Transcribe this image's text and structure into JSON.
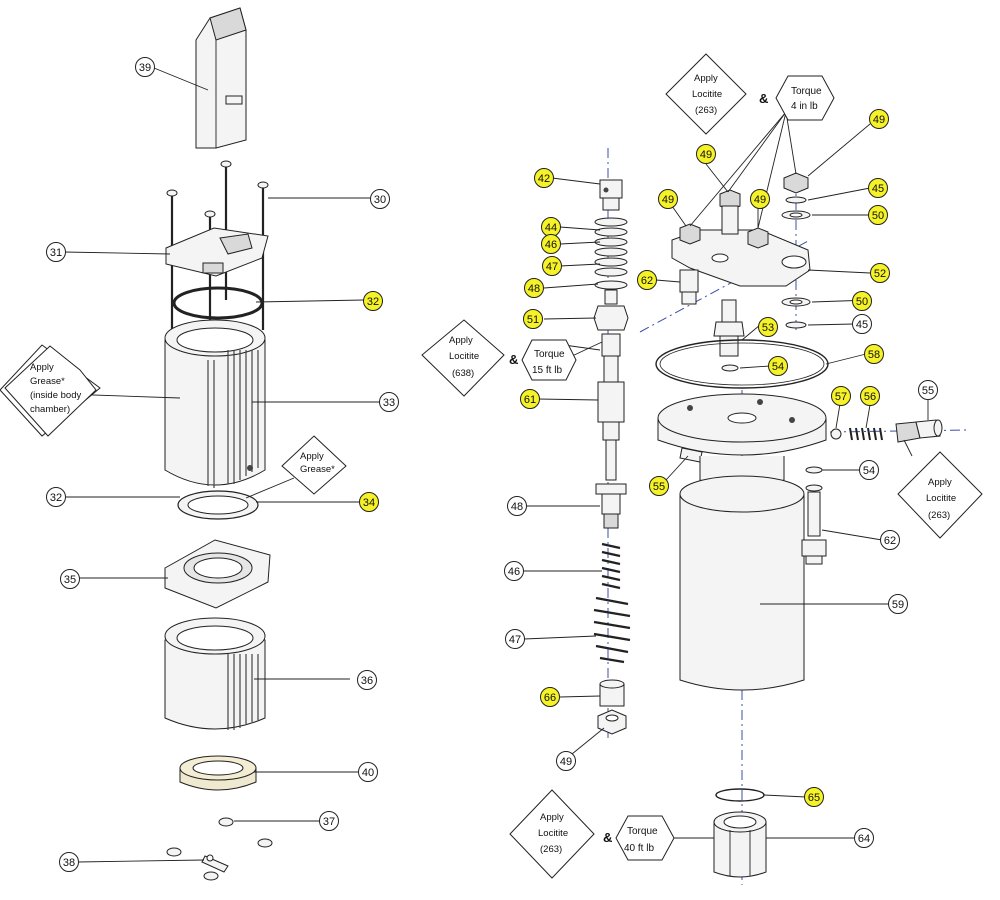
{
  "callouts": [
    {
      "id": "c39",
      "label": "39",
      "highlight": false
    },
    {
      "id": "c30",
      "label": "30",
      "highlight": false
    },
    {
      "id": "c31",
      "label": "31",
      "highlight": false
    },
    {
      "id": "c32a",
      "label": "32",
      "highlight": true
    },
    {
      "id": "c33",
      "label": "33",
      "highlight": false
    },
    {
      "id": "c32b",
      "label": "32",
      "highlight": false
    },
    {
      "id": "c34",
      "label": "34",
      "highlight": true
    },
    {
      "id": "c35",
      "label": "35",
      "highlight": false
    },
    {
      "id": "c36",
      "label": "36",
      "highlight": false
    },
    {
      "id": "c40",
      "label": "40",
      "highlight": false
    },
    {
      "id": "c37",
      "label": "37",
      "highlight": false
    },
    {
      "id": "c38",
      "label": "38",
      "highlight": false
    },
    {
      "id": "c42",
      "label": "42",
      "highlight": true
    },
    {
      "id": "c44",
      "label": "44",
      "highlight": true
    },
    {
      "id": "c46a",
      "label": "46",
      "highlight": true
    },
    {
      "id": "c47a",
      "label": "47",
      "highlight": true
    },
    {
      "id": "c48a",
      "label": "48",
      "highlight": true
    },
    {
      "id": "c51",
      "label": "51",
      "highlight": true
    },
    {
      "id": "c61",
      "label": "61",
      "highlight": true
    },
    {
      "id": "c48b",
      "label": "48",
      "highlight": false
    },
    {
      "id": "c46b",
      "label": "46",
      "highlight": false
    },
    {
      "id": "c47b",
      "label": "47",
      "highlight": false
    },
    {
      "id": "c66",
      "label": "66",
      "highlight": true
    },
    {
      "id": "c49a",
      "label": "49",
      "highlight": false
    },
    {
      "id": "c49b",
      "label": "49",
      "highlight": true
    },
    {
      "id": "c49c",
      "label": "49",
      "highlight": true
    },
    {
      "id": "c49d",
      "label": "49",
      "highlight": true
    },
    {
      "id": "c49e",
      "label": "49",
      "highlight": true
    },
    {
      "id": "c45a",
      "label": "45",
      "highlight": true
    },
    {
      "id": "c50a",
      "label": "50",
      "highlight": true
    },
    {
      "id": "c62a",
      "label": "62",
      "highlight": true
    },
    {
      "id": "c52",
      "label": "52",
      "highlight": true
    },
    {
      "id": "c50b",
      "label": "50",
      "highlight": true
    },
    {
      "id": "c53",
      "label": "53",
      "highlight": true
    },
    {
      "id": "c45b",
      "label": "45",
      "highlight": false
    },
    {
      "id": "c54a",
      "label": "54",
      "highlight": true
    },
    {
      "id": "c58",
      "label": "58",
      "highlight": true
    },
    {
      "id": "c57",
      "label": "57",
      "highlight": true
    },
    {
      "id": "c56",
      "label": "56",
      "highlight": true
    },
    {
      "id": "c55a",
      "label": "55",
      "highlight": false
    },
    {
      "id": "c55b",
      "label": "55",
      "highlight": true
    },
    {
      "id": "c54b",
      "label": "54",
      "highlight": false
    },
    {
      "id": "c62b",
      "label": "62",
      "highlight": false
    },
    {
      "id": "c59",
      "label": "59",
      "highlight": false
    },
    {
      "id": "c65",
      "label": "65",
      "highlight": true
    },
    {
      "id": "c64",
      "label": "64",
      "highlight": false
    }
  ],
  "notes": {
    "grease_body": [
      "Apply",
      "Grease*",
      "(inside body",
      "chamber)"
    ],
    "grease_seal": [
      "Apply",
      "Grease*"
    ],
    "locitite_638": [
      "Apply",
      "Locitite",
      "(638)"
    ],
    "torque_15": [
      "Torque",
      "15 ft lb"
    ],
    "locitite_263_top": [
      "Apply",
      "Locitite",
      "(263)"
    ],
    "torque_4": [
      "Torque",
      "4 in lb"
    ],
    "locitite_263_right": [
      "Apply",
      "Locitite",
      "(263)"
    ],
    "locitite_263_bottom": [
      "Apply",
      "Locitite",
      "(263)"
    ],
    "torque_40": [
      "Torque",
      "40 ft lb"
    ],
    "ampersand": "&"
  },
  "colors": {
    "highlight": "#f5f227",
    "normal": "#ffffff",
    "stroke": "#222222",
    "axis": "#3a4fa8"
  }
}
